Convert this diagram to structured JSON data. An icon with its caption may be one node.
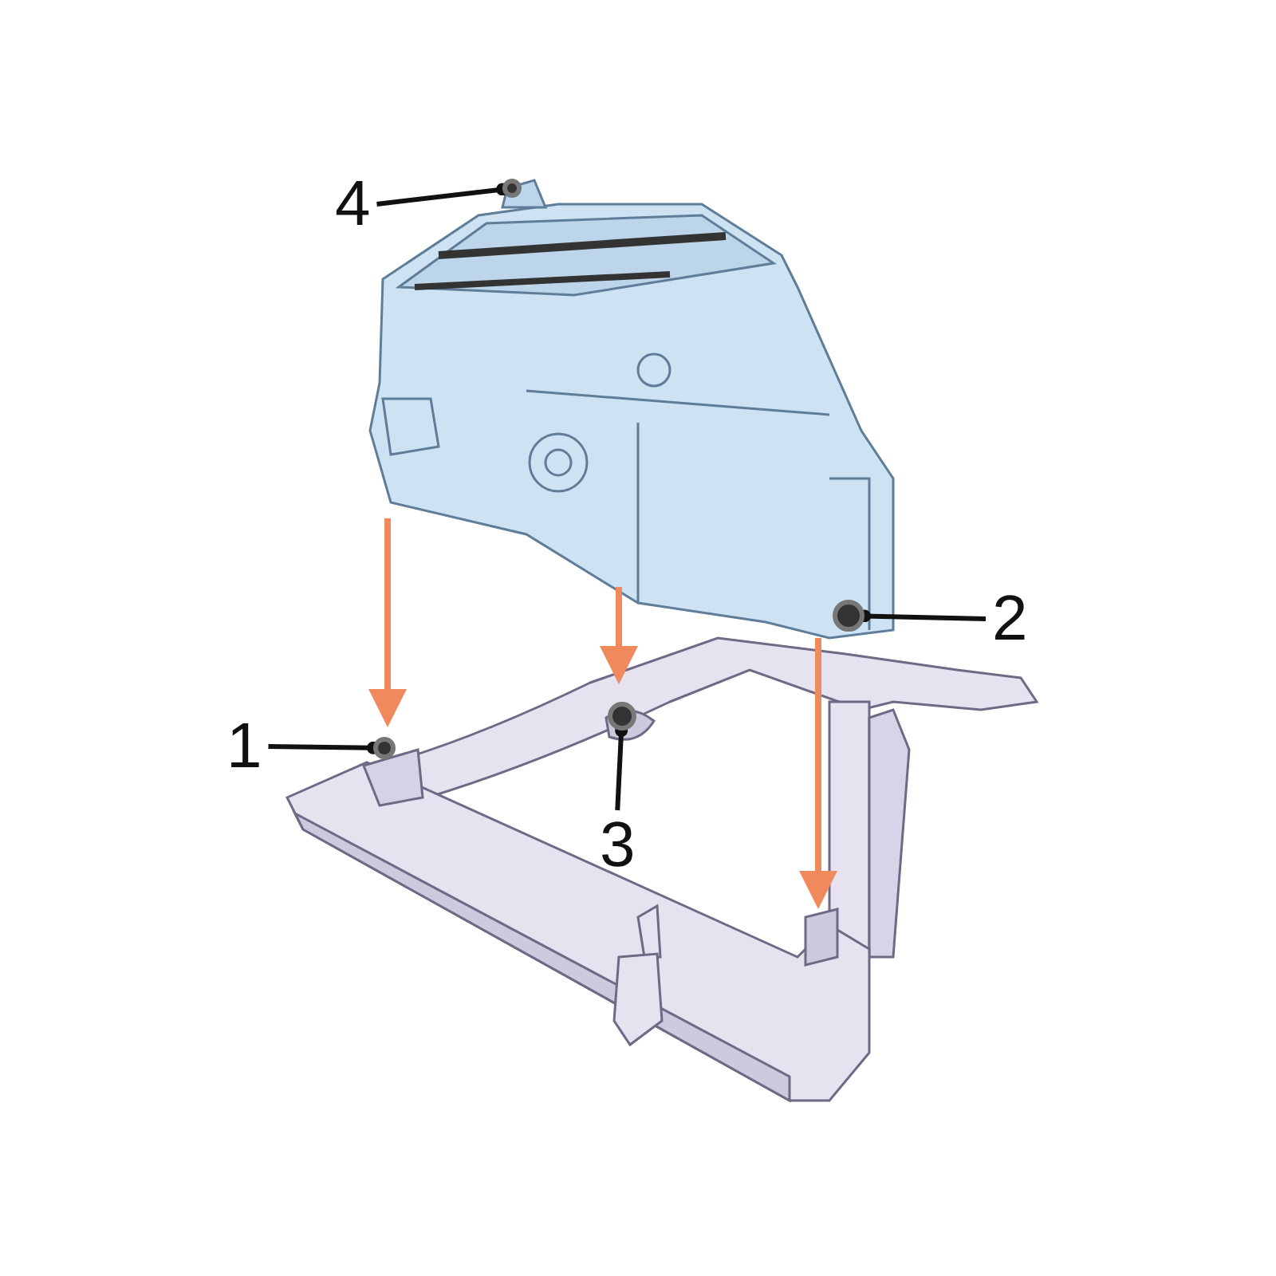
{
  "diagram": {
    "nodes": [
      {
        "text": [
          "4"
        ]
      },
      {
        "text": [
          "2"
        ]
      },
      {
        "text": [
          "1"
        ]
      },
      {
        "text": [
          "3"
        ]
      },
      {
        "text": [],
        "shape": "circle"
      },
      {
        "text": [],
        "shape": "circle"
      },
      {
        "text": [],
        "shape": "circle"
      },
      {
        "text": [],
        "shape": "circle"
      }
    ],
    "edges": [
      {
        "from": 0,
        "to": 5,
        "arrow": "other"
      },
      {
        "from": 1,
        "to": 7,
        "arrow": "other"
      },
      {
        "from": 2,
        "to": 4,
        "arrow": "other"
      },
      {
        "from": 3,
        "to": 6,
        "arrow": "other"
      }
    ]
  }
}
